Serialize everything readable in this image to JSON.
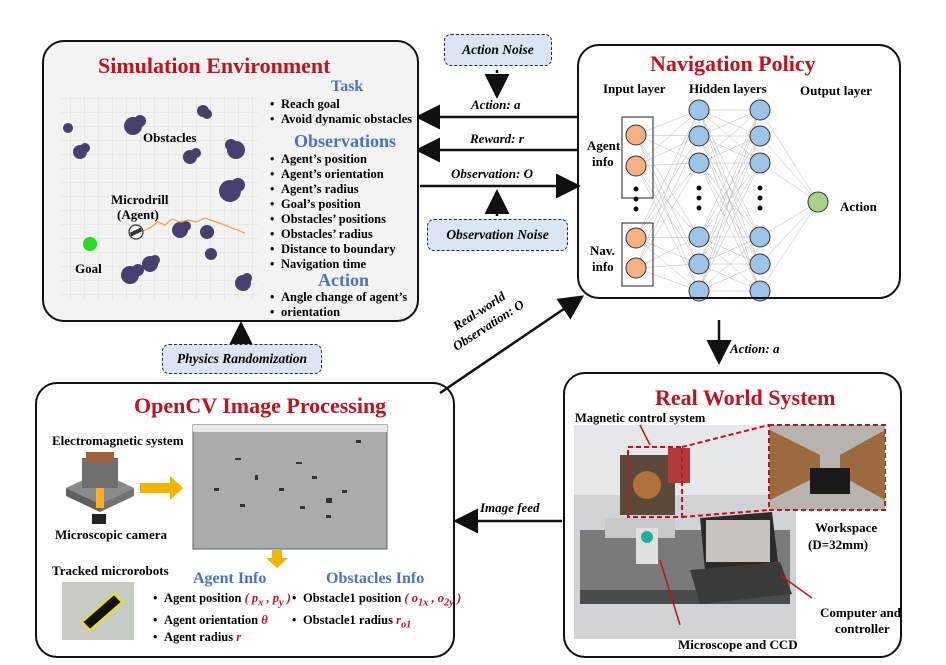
{
  "simulation": {
    "title": "Simulation Environment",
    "task_heading": "Task",
    "task_items": [
      "Reach goal",
      "Avoid dynamic obstacles"
    ],
    "observations_heading": "Observations",
    "observation_items": [
      "Agent’s position",
      "Agent’s orientation",
      "Agent’s radius",
      "Goal’s position",
      "Obstacles’ positions",
      "Obstacles’ radius",
      "Distance to boundary",
      "Navigation time"
    ],
    "action_heading": "Action",
    "action_items": [
      "Angle change of agent’s",
      "orientation"
    ],
    "obstacles_label": "Obstacles",
    "agent_label": "Microdrill",
    "agent_label2": "(Agent)",
    "goal_label": "Goal"
  },
  "policy": {
    "title": "Navigation Policy",
    "input_layer": "Input layer",
    "hidden_layers": "Hidden layers",
    "output_layer": "Output layer",
    "agent_info": "Agent",
    "agent_info2": "info",
    "nav_info": "Nav.",
    "nav_info2": "info",
    "action": "Action"
  },
  "opencv": {
    "title": "OpenCV Image Processing",
    "electromagnetic": "Electromagnetic system",
    "camera": "Microscopic camera",
    "tracked": "Tracked microrobots",
    "agent_info_heading": "Agent Info",
    "agent_items": [
      "Agent position",
      "Agent orientation",
      "Agent radius"
    ],
    "agent_symbols": [
      "( p",
      ", p",
      " )",
      "θ",
      "r"
    ],
    "obstacles_info_heading": "Obstacles Info",
    "obstacle_items": [
      "Obstacle1 position",
      "Obstacle1 radius"
    ],
    "obstacle_symbols": [
      "( o",
      ", o",
      " )",
      "r"
    ]
  },
  "real": {
    "title": "Real World System",
    "magnetic": "Magnetic control system",
    "workspace": "Workspace",
    "workspace_size": "(D=32mm)",
    "computer": "Computer and",
    "computer2": "controller",
    "microscope": "Microscope and CCD"
  },
  "flows": {
    "action_noise": "Action Noise",
    "observation_noise": "Observation Noise",
    "physics": "Physics Randomization",
    "action_a": "Action: a",
    "reward_r": "Reward: r",
    "observation_o": "Observation: O",
    "real_obs1": "Real-world",
    "real_obs2": "Observation: O",
    "action_a2": "Action: a",
    "image_feed": "Image feed"
  },
  "colors": {
    "title_red": "#c1121f",
    "heading_blue": "#4a73c4",
    "input_node": "#f4b183",
    "hidden_node": "#9dc3e6",
    "output_node": "#a9d18e",
    "goal": "#22dd22"
  }
}
